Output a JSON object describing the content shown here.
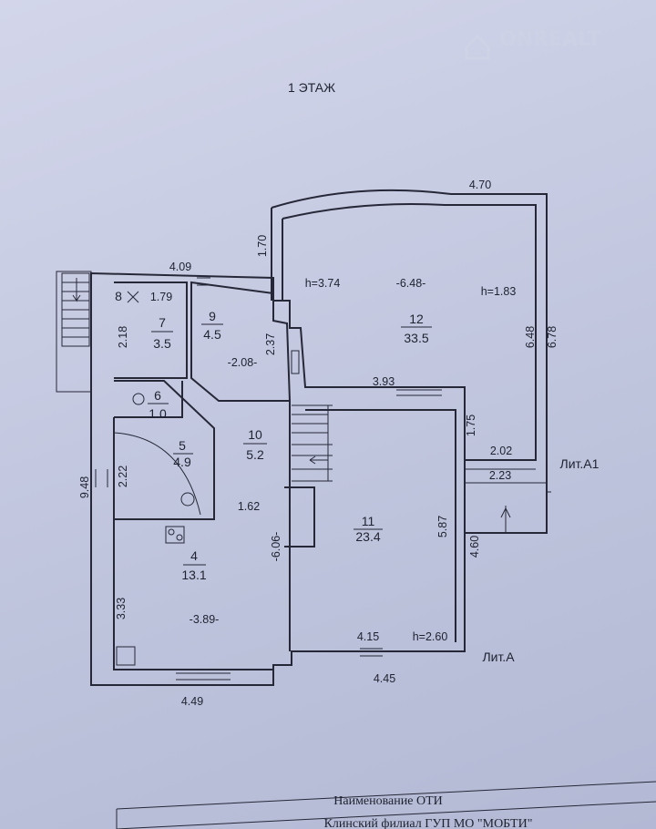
{
  "watermark": "ONREALT",
  "floor_title": "1 ЭТАЖ",
  "rooms": [
    {
      "num": "4",
      "area": "13.1"
    },
    {
      "num": "5",
      "area": "4.9"
    },
    {
      "num": "6",
      "area": "1.0"
    },
    {
      "num": "7",
      "area": "3.5"
    },
    {
      "num": "8",
      "area": ""
    },
    {
      "num": "9",
      "area": "4.5"
    },
    {
      "num": "10",
      "area": "5.2"
    },
    {
      "num": "11",
      "area": "23.4"
    },
    {
      "num": "12",
      "area": "33.5"
    }
  ],
  "dimensions": {
    "d470": "4.70",
    "d170": "1.70",
    "d409": "4.09",
    "d179": "1.79",
    "d218": "2.18",
    "d237": "2.37",
    "d208": "-2.08-",
    "h374": "h=3.74",
    "d648a": "-6.48-",
    "h183": "h=1.83",
    "d648b": "6.48",
    "d678": "6.78",
    "d393": "3.93",
    "d175": "1.75",
    "d202": "2.02",
    "d223": "2.23",
    "d222": "2.22",
    "d948": "9.48",
    "d162": "1.62",
    "d587": "5.87",
    "d606": "-6.06-",
    "d460": "4.60",
    "d333": "3.33",
    "d389": "-3.89-",
    "d415": "4.15",
    "h260": "h=2.60",
    "d449": "4.49",
    "d445": "4.45"
  },
  "lit_labels": {
    "a1": "Лит.А1",
    "a": "Лит.А"
  },
  "title_block": {
    "row1": "Наименование ОТИ",
    "row2": "Клинский филиал ГУП МО \"МОБТИ\""
  }
}
